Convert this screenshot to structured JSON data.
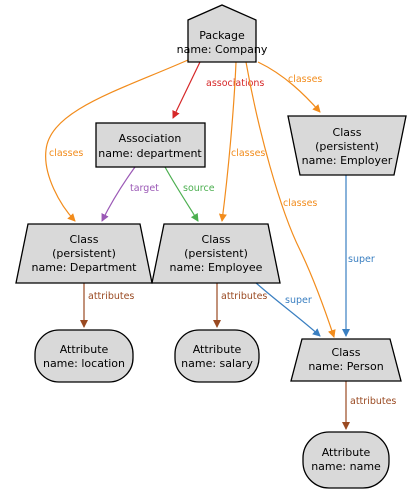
{
  "colors": {
    "orange": "#f28c1c",
    "red": "#d62728",
    "purple": "#9b59b6",
    "green": "#4caf50",
    "blue": "#3a7fc1",
    "brown": "#9a4a22",
    "node_fill": "#d9d9d9"
  },
  "nodes": {
    "package": {
      "line1": "Package",
      "line2": "name: Company"
    },
    "association": {
      "line1": "Association",
      "line2": "name: department"
    },
    "employer": {
      "line1": "Class",
      "line2": "(persistent)",
      "line3": "name: Employer"
    },
    "department": {
      "line1": "Class",
      "line2": "(persistent)",
      "line3": "name: Department"
    },
    "employee": {
      "line1": "Class",
      "line2": "(persistent)",
      "line3": "name: Employee"
    },
    "person": {
      "line1": "Class",
      "line2": "name: Person"
    },
    "attr_location": {
      "line1": "Attribute",
      "line2": "name: location"
    },
    "attr_salary": {
      "line1": "Attribute",
      "line2": "name: salary"
    },
    "attr_name": {
      "line1": "Attribute",
      "line2": "name: name"
    }
  },
  "edges": {
    "associations": "associations",
    "classes_employer": "classes",
    "classes_department": "classes",
    "classes_employee": "classes",
    "classes_person": "classes",
    "target": "target",
    "source": "source",
    "super_employer": "super",
    "super_employee": "super",
    "attributes_department": "attributes",
    "attributes_employee": "attributes",
    "attributes_person": "attributes"
  }
}
